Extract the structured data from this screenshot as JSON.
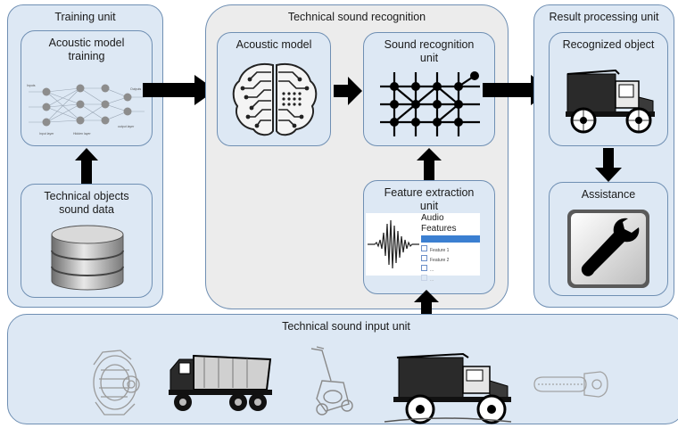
{
  "training_unit": {
    "title": "Training unit",
    "acoustic_training": {
      "title_line1": "Acoustic model",
      "title_line2": "training",
      "nn_labels": [
        "Inputs",
        "Outputs",
        "Input layer",
        "Hidden layer",
        "output layer"
      ]
    },
    "sound_data": {
      "title_line1": "Technical objects",
      "title_line2": "sound data"
    }
  },
  "recognition": {
    "title": "Technical sound recognition",
    "acoustic_model": "Acoustic model",
    "sound_recognition": {
      "title_line1": "Sound recognition",
      "title_line2": "unit"
    },
    "feature_extraction": {
      "title_line1": "Feature extraction",
      "title_line2": "unit",
      "audio_features": {
        "heading": "Audio Features",
        "items": [
          "Feature 1",
          "Feature 2",
          "...",
          "..."
        ]
      }
    }
  },
  "result_processing": {
    "title": "Result processing unit",
    "recognized_object": "Recognized object",
    "assistance": "Assistance"
  },
  "input_unit": {
    "title": "Technical sound input unit"
  },
  "icons": [
    "brain-icon",
    "network-icon",
    "database-icon",
    "wrench-icon",
    "truck-icon",
    "dump-truck-icon",
    "alternator-icon",
    "lawn-mower-icon",
    "chainsaw-icon",
    "waveform-icon"
  ]
}
